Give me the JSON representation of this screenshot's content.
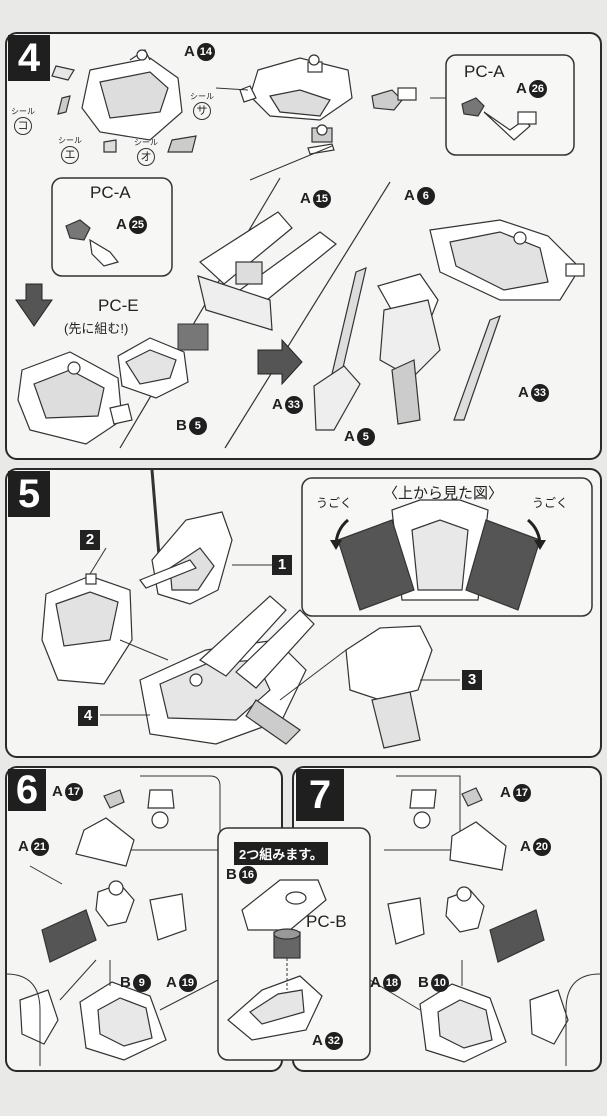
{
  "step4": {
    "number": "4",
    "a14": "A",
    "a14_num": "14",
    "seals": [
      {
        "word": "シール",
        "char": "コ"
      },
      {
        "word": "シール",
        "char": "エ"
      },
      {
        "word": "シール",
        "char": "オ"
      },
      {
        "word": "シール",
        "char": "サ"
      }
    ],
    "pc_a_top": "PC-A",
    "a26": "A",
    "a26_num": "26",
    "pc_a_left": "PC-A",
    "a25": "A",
    "a25_num": "25",
    "a15": "A",
    "a15_num": "15",
    "a6": "A",
    "a6_num": "6",
    "pc_e": "PC-E",
    "pc_e_note": "(先に組む!)",
    "b5": "B",
    "b5_num": "5",
    "a33_left": "A",
    "a33_left_num": "33",
    "a5": "A",
    "a5_num": "5",
    "a33_right": "A",
    "a33_right_num": "33"
  },
  "step5": {
    "number": "5",
    "view_title": "〈上から見た図〉",
    "move_left": "うごく",
    "move_right": "うごく",
    "tag1": "1",
    "tag2": "2",
    "tag3": "3",
    "tag4": "4"
  },
  "step6": {
    "number": "6",
    "a17": "A",
    "a17_num": "17",
    "a21": "A",
    "a21_num": "21",
    "b9": "B",
    "b9_num": "9",
    "a19": "A",
    "a19_num": "19"
  },
  "step7": {
    "number": "7",
    "banner": "2つ組みます。",
    "b16": "B",
    "b16_num": "16",
    "pc_b": "PC-B",
    "a32": "A",
    "a32_num": "32",
    "a17": "A",
    "a17_num": "17",
    "a20": "A",
    "a20_num": "20",
    "a18": "A",
    "a18_num": "18",
    "b10": "B",
    "b10_num": "10"
  }
}
